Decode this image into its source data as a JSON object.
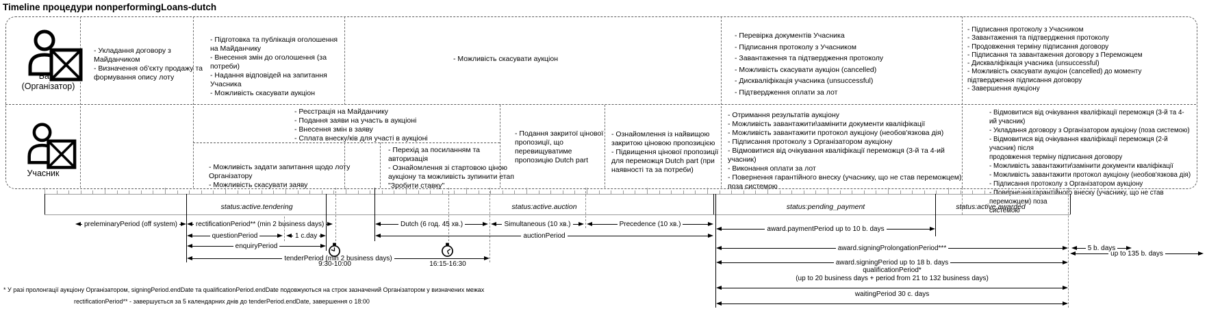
{
  "title": "Timeline процедури nonperformingLoans-dutch",
  "lanes": {
    "bank": {
      "label": "Банк\n(Організатор)"
    },
    "participant": {
      "label": "Учасник"
    }
  },
  "bank_cells": {
    "contract": "- Укладання договору з\nМайданчиком\n- Визначення об'єкту продажу та\nформування опису лоту",
    "publish": "- Підготовка та публікація оголошення\nна Майданчику\n- Внесення змін до оголошення (за\nпотреби)\n- Надання відповідей на запитання\nУчасника\n- Можливість скасувати аукціон",
    "cancel": "- Можливість скасувати аукціон",
    "verify": "- Перевірка документів Учасника\n- Підписання протоколу з Учасником\n- Завантаження та підтвердження протоколу\n- Можливість скасувати аукціон (cancelled)\n- Дискваліфікація учасника (unsuccessful)\n- Підтвердження оплати за лот",
    "sign": "- Підписання протоколу з Учасником\n- Завантаження та підтвердження протоколу\n- Продовження терміну підписання договору\n- Підписання та завантаження договору з Переможцем\n- Дискваліфікація учасника (unsuccessful)\n- Можливість скасувати аукціон (cancelled) до моменту\nпідтвердження підписання договору\n- Завершення аукціону"
  },
  "participant_cells": {
    "register": "- Реєстрація на Майданчику\n- Подання заяви на участь в аукціоні\n- Внесення змін в заяву\n- Сплата внеску/ків для участі в аукціоні",
    "ask": "- Можливість задати запитання щодо лоту\nОрганізатору\n- Можливість скасувати заяву",
    "link": "- Перехід за посиланням та\nавторизація\n- Ознайомлення зі стартовою ціною\nаукціону та можливість зупинити етап\n\"Зробити ставку\"",
    "closed_bid": "- Подання закритої цінової\nпропозиції, що\nперевищуватиме\nпропозицію Dutch part",
    "best_bid": "- Ознайомлення із найвищою\nзакритою ціновою пропозицією\n- Підвищення цінової пропозиції\nдля переможця Dutch part (при\nнаявності та за потреби)",
    "results": "- Отримання результатів аукціону\n- Можливість завантажити\\замінити документи кваліфікації\n- Можливість завантажити протокол аукціону (необов'язкова дія)\n- Підписання протоколу з Організатором аукціону\n- Відмовитися від очікування кваліфікації переможця (3-й  та 4-ий\nучасник)\n- Виконання оплати за лот\n- Повернення гарантійного внеску (учаснику, що не став переможцем)\nпоза системою",
    "final": "- Відмовитися від очікування кваліфікації переможця (3-й  та 4-ий учасник)\n- Укладання договору з Організатором аукціону (поза системою)\n- Відмовитися від очікування кваліфікації переможця (2-й  учасник) після\nпродовження терміну підписання договору\n- Можливість завантажити\\замінити документи кваліфікації\n- Можливість завантажити протокол аукціону (необов'язкова дія)\n- Підписання протоколу з Організатором аукціону\n- Повернення гарантійного внеску (учаснику, що не став переможцем) поза\nсистемою"
  },
  "statuses": {
    "tendering": "status:active.tendering",
    "auction": "status:active.auction",
    "pending_payment": "status:pending_payment",
    "awarded": "status:active.awarded"
  },
  "periods": {
    "preliminary": "preleminaryPeriod (off system)",
    "rectification": "rectificationPeriod** (min 2 business days)",
    "dutch": "Dutch (6 год. 45 хв.)",
    "simultaneous": "Simultaneous (10 хв.)",
    "precedence": "Precedence (10 хв.)",
    "payment": "award.paymentPeriod up to 10 b. days",
    "question": "questionPeriod",
    "one_day": "1 c.day",
    "auction": "auctionPeriod",
    "enquiry": "enquiryPeriod",
    "signing_prolongation": "award.signingProlongationPeriod***",
    "five_days": "5 b. days",
    "up_to_135": "up to 135 b. days",
    "tender": "tenderPeriod (min 2 business days)",
    "signing": "award.signingPeriod up to 18 b. days",
    "qualification": "qualificationPeriod*",
    "qualification_detail": "(up to 20 business days + period from 21 to 132 business days)",
    "waiting": "waitingPeriod 30 c. days"
  },
  "clocks": {
    "first": "9:30-10:00",
    "second": "16:15-16:30"
  },
  "footnotes": {
    "line1": "* У разі пролонгації аукціону Організатором, signingPeriod.endDate та qualificationPeriod.endDate подовжуються на строк зазначений Організатором у визначених межах",
    "line2": "rectificationPeriod** - завершується за 5 календарних днів до tenderPeriod.endDate, завершення о 18:00"
  }
}
